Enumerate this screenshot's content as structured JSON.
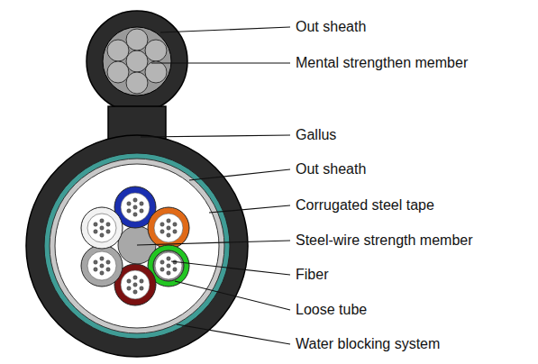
{
  "diagram": {
    "labels": [
      "Out sheath",
      "Mental strengthen member",
      "Gallus",
      "Out sheath",
      "Corrugated steel tape",
      "Steel-wire strength member",
      "Fiber",
      "Loose tube",
      "Water blocking system"
    ]
  }
}
